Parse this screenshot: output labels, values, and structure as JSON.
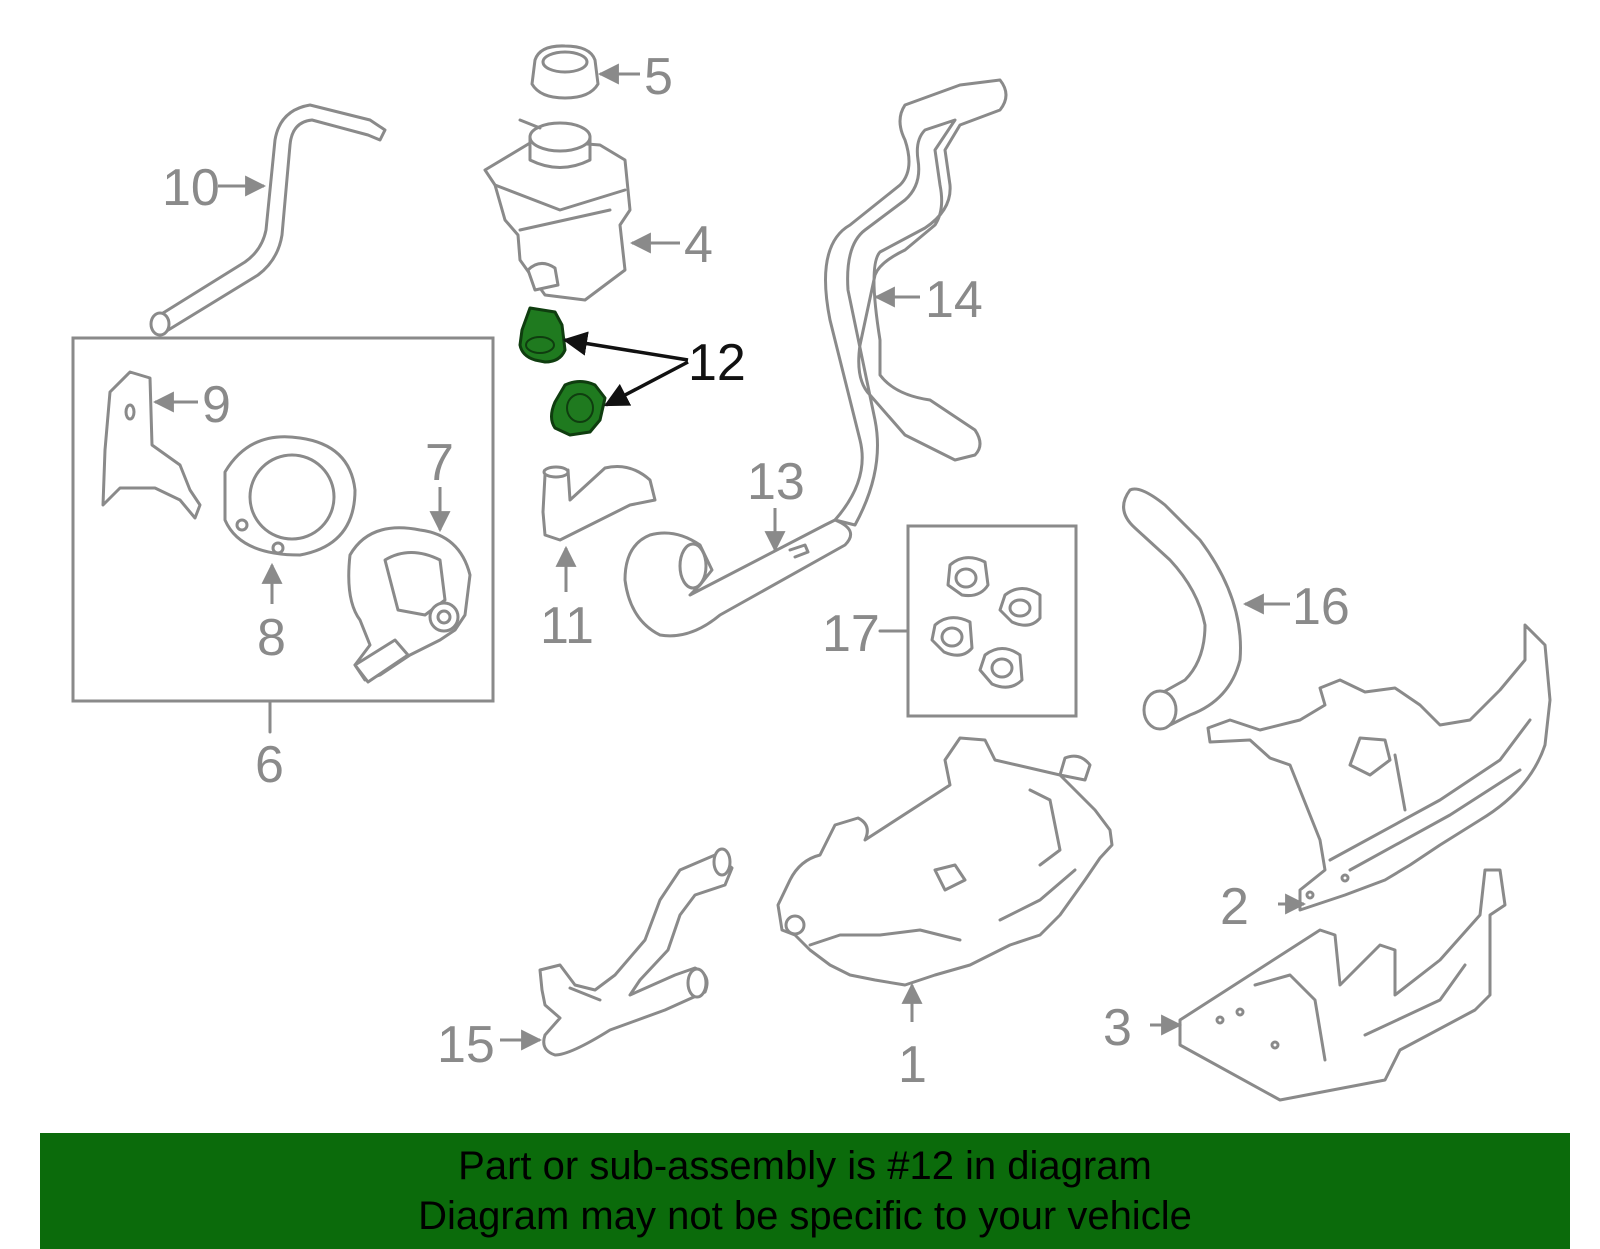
{
  "diagram": {
    "labels": {
      "p1": "1",
      "p2": "2",
      "p3": "3",
      "p4": "4",
      "p5": "5",
      "p6": "6",
      "p7": "7",
      "p8": "8",
      "p9": "9",
      "p10": "10",
      "p11": "11",
      "p12": "12",
      "p13": "13",
      "p14": "14",
      "p15": "15",
      "p16": "16",
      "p17": "17"
    },
    "highlighted_part": "12",
    "colors": {
      "highlight": "#1f7a1f",
      "part_stroke": "#8a8a8a",
      "banner": "#0b6b0b"
    }
  },
  "banner": {
    "line1": "Part or sub-assembly is #12 in diagram",
    "line2": "Diagram may not be specific to your vehicle"
  }
}
